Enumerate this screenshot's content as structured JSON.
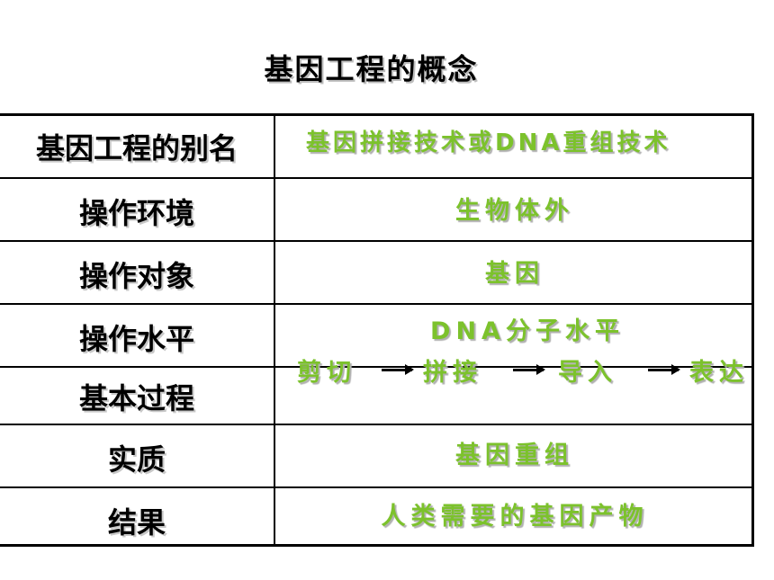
{
  "title": "基因工程的概念",
  "rows": [
    {
      "label": "基因工程的别名",
      "value": "基因拼接技术或DNA重组技术"
    },
    {
      "label": "操作环境",
      "value": "生物体外"
    },
    {
      "label": "操作对象",
      "value": "基因"
    },
    {
      "label": "操作水平",
      "value": "DNA分子水平"
    },
    {
      "label": "基本过程",
      "steps": [
        "剪切",
        "拼接",
        "导入",
        "表达"
      ]
    },
    {
      "label": "实质",
      "value": "基因重组"
    },
    {
      "label": "结果",
      "value": "人类需要的基因产物"
    }
  ],
  "colors": {
    "value_text": "#7cc22c",
    "label_text": "#000000",
    "lines": "#000000"
  }
}
